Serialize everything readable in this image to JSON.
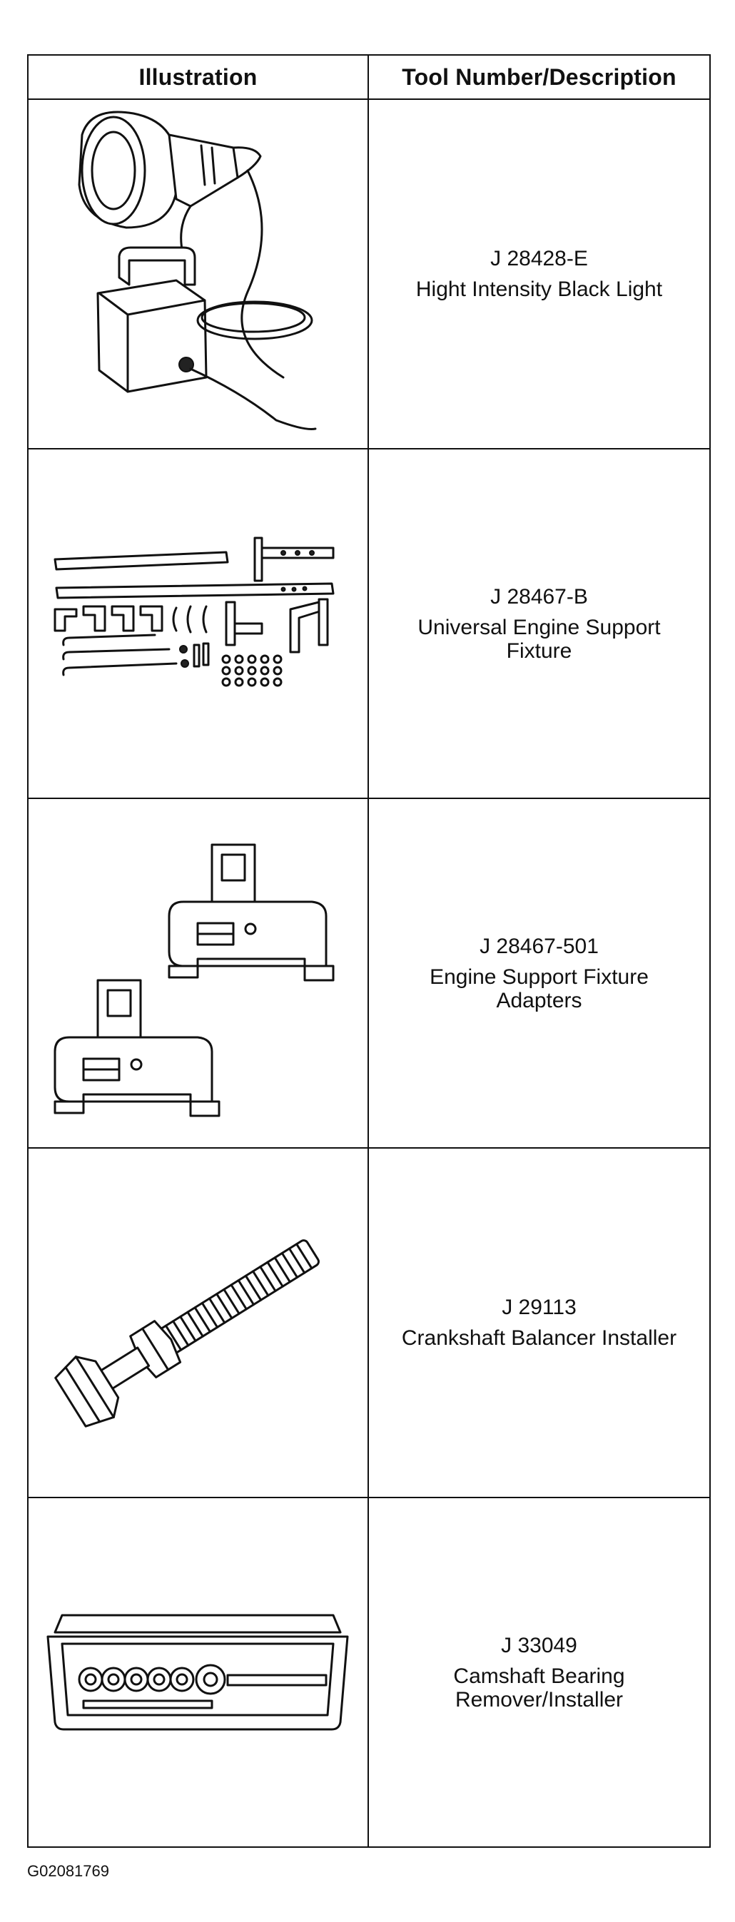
{
  "table": {
    "headers": {
      "illustration": "Illustration",
      "description": "Tool Number/Description"
    },
    "rows": [
      {
        "tool_number": "J 28428-E",
        "description": "Hight Intensity Black Light",
        "icon": "black-light-icon"
      },
      {
        "tool_number": "J 28467-B",
        "description": "Universal Engine Support Fixture",
        "icon": "engine-support-fixture-icon"
      },
      {
        "tool_number": "J 28467-501",
        "description": "Engine Support Fixture Adapters",
        "icon": "fixture-adapters-icon"
      },
      {
        "tool_number": "J 29113",
        "description": "Crankshaft Balancer Installer",
        "icon": "balancer-installer-icon"
      },
      {
        "tool_number": "J 33049",
        "description": "Camshaft Bearing Remover/Installer",
        "icon": "camshaft-bearing-kit-icon"
      }
    ]
  },
  "figure_code": "G02081769"
}
